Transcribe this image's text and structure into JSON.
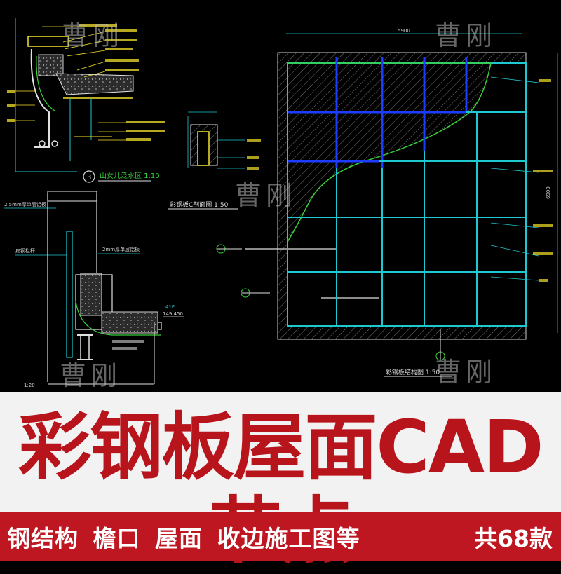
{
  "watermark": "曹刚",
  "drawing": {
    "detail1_title": "山女儿泛水区 1:10",
    "detail1_badge": "3",
    "detail2_scale": "1:20",
    "detail2_label_a": "2.5mm厚单层铝板",
    "detail2_label_b": "扁钢栏杆",
    "detail2_label_c": "2mm厚单层铝板",
    "detail2_level": "41F",
    "detail2_level_value": "149.450",
    "detail3_title": "彩钢板C剖面图 1:50",
    "plan_title": "彩钢板结构图 1:50",
    "plan_dim_top": "5900",
    "plan_dim_right": "6900"
  },
  "banner": {
    "title": "彩钢板屋面CAD节点"
  },
  "footer": {
    "tags": [
      "钢结构",
      "檐口",
      "屋面",
      "收边施工图等"
    ],
    "count": "共68款"
  },
  "colors": {
    "banner_bg": "#f2f2f2",
    "title_red": "#b8141c",
    "footer_red": "#bf1722",
    "cad_cyan": "#1ec8d0",
    "cad_yellow": "#f4e22a",
    "cad_green": "#39d23a",
    "cad_blue": "#1d3cff"
  }
}
